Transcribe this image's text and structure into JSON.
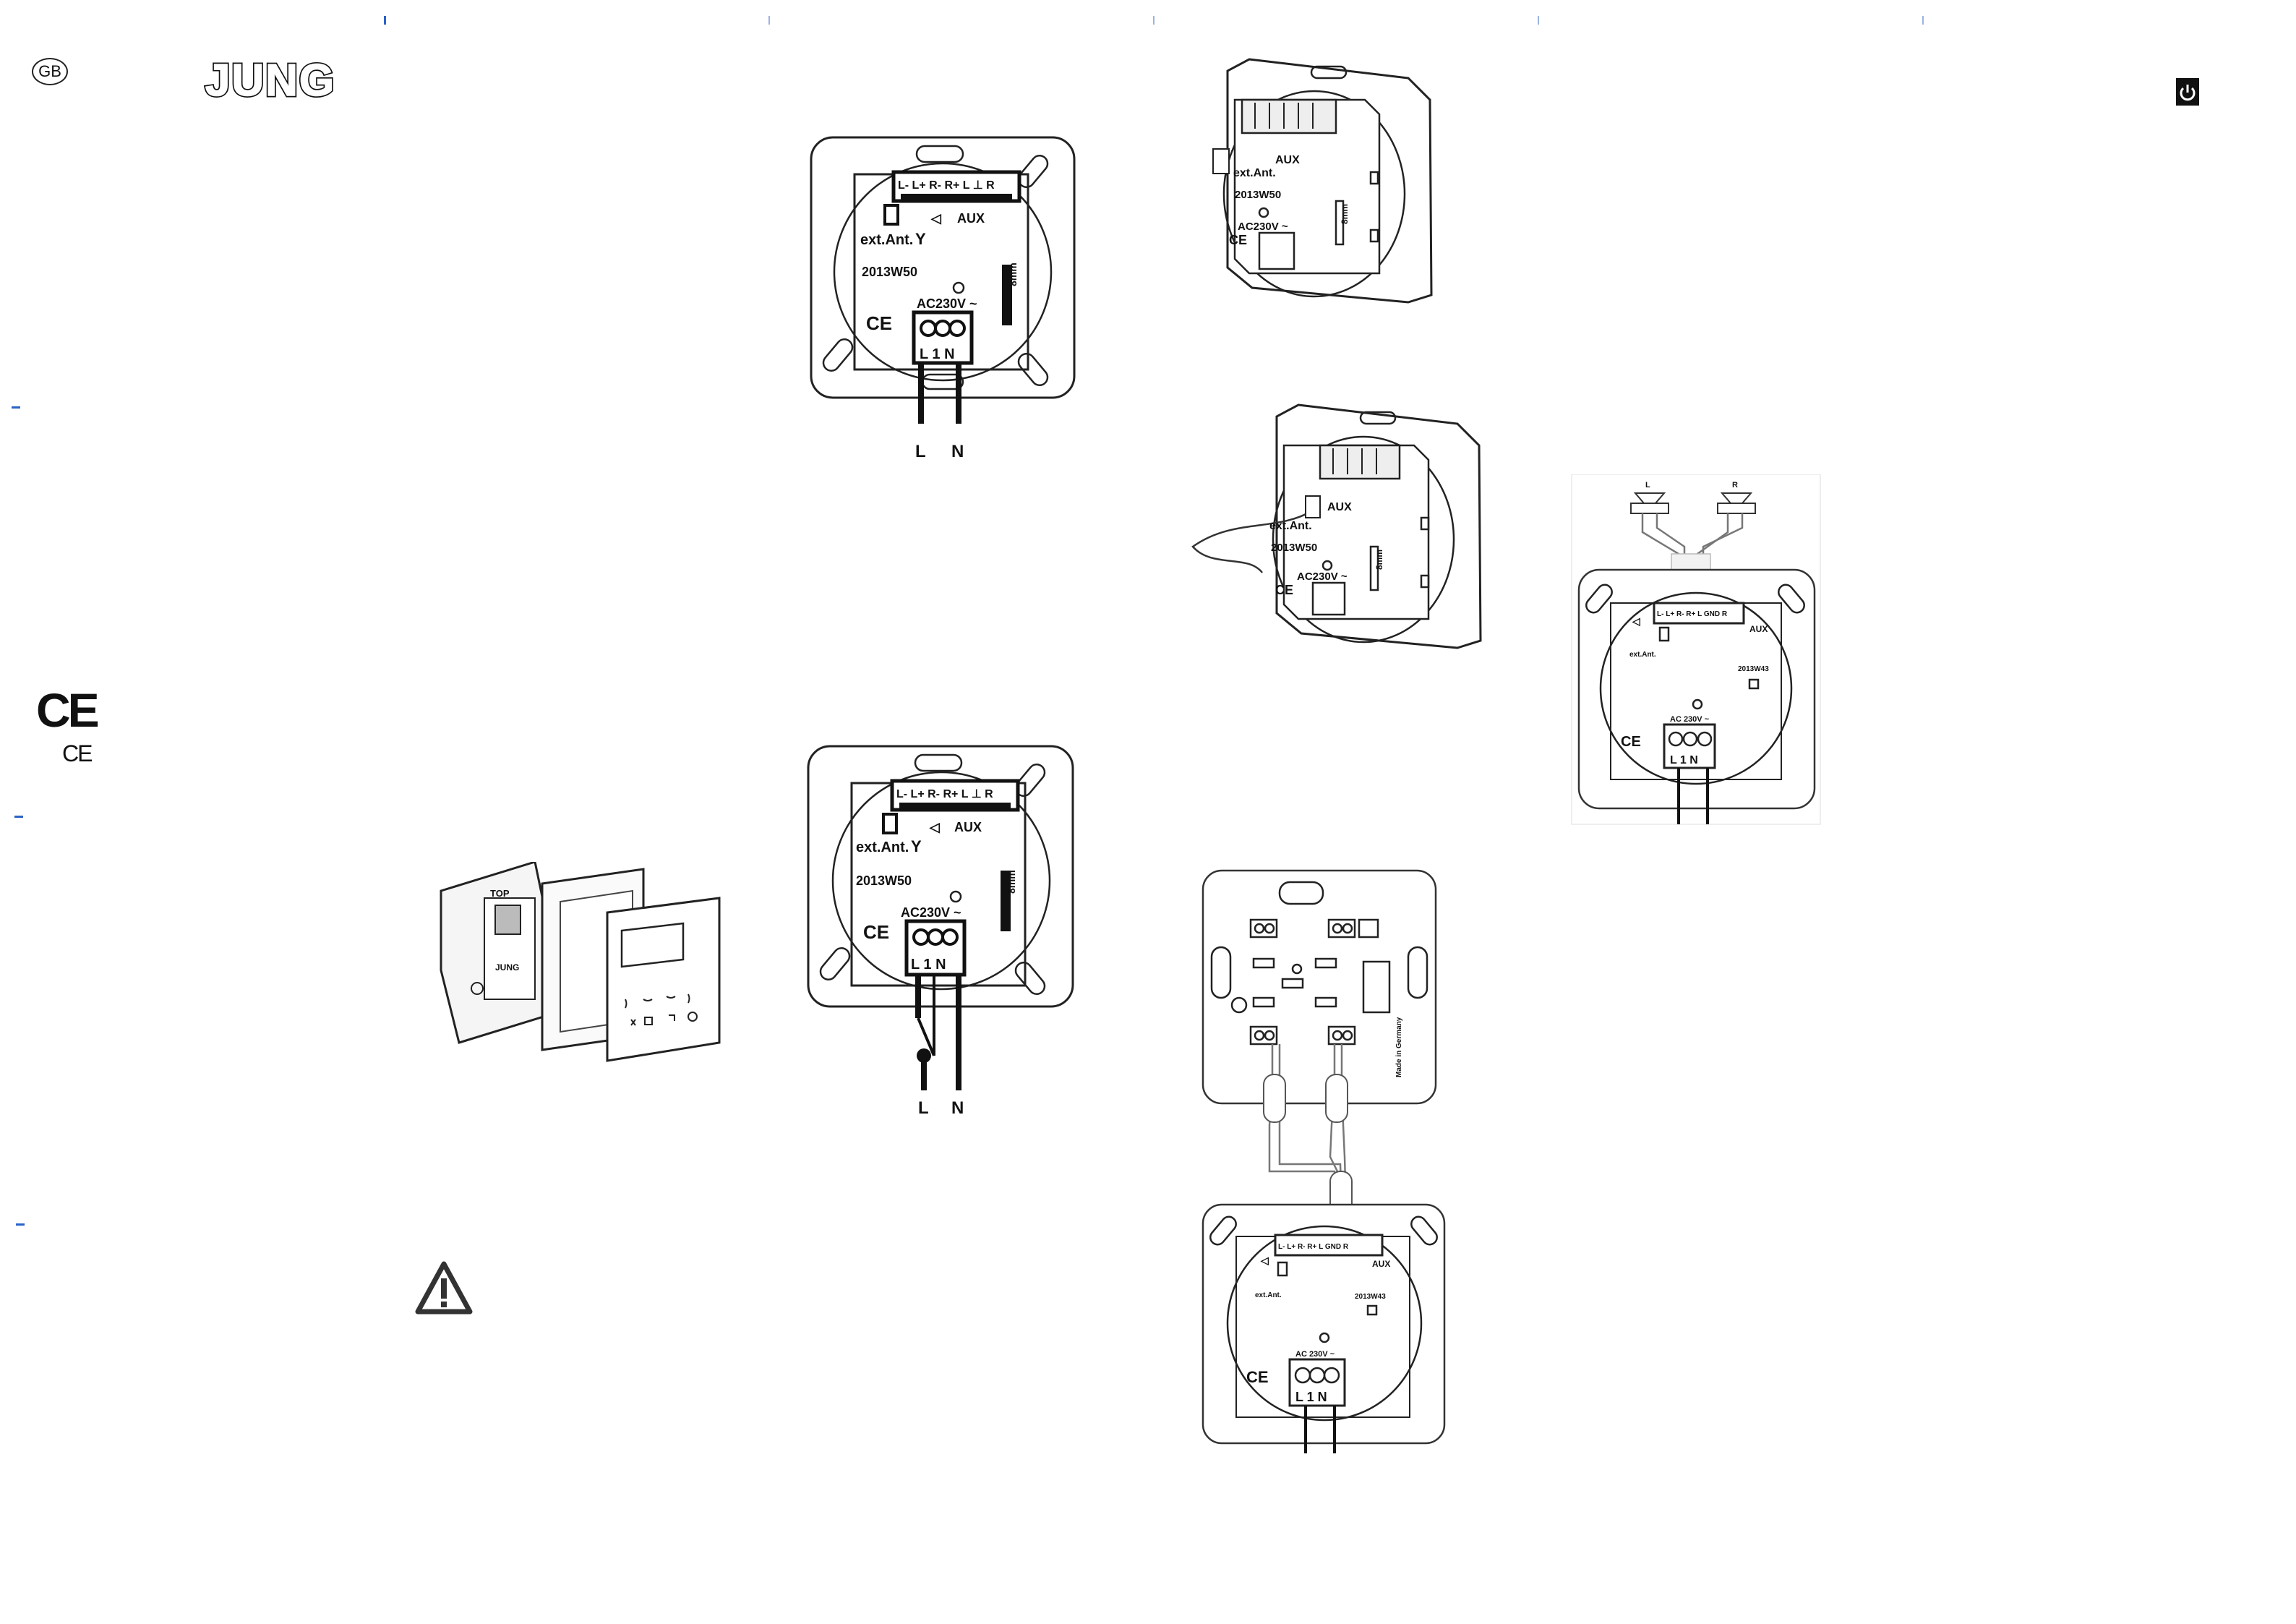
{
  "header": {
    "country_code": "GB",
    "brand": "JUNG",
    "power_symbol": "power-icon"
  },
  "marks": {
    "ce_large": "CE",
    "ce_small": "CE"
  },
  "fig_wiring_1": {
    "terminals_top": "L- L+ R- R+ L ⊥ R",
    "ext_ant": "ext.Ant.",
    "aux": "AUX",
    "model": "2013W50",
    "voltage": "AC230V ~",
    "terminals_bottom": "L 1 N",
    "strip_length": "8mm",
    "ce": "CE",
    "line_l": "L",
    "line_n": "N"
  },
  "fig_wiring_2": {
    "terminals_top": "L- L+ R- R+ L ⊥ R",
    "ext_ant": "ext.Ant.",
    "aux": "AUX",
    "model": "2013W50",
    "voltage": "AC230V ~",
    "terminals_bottom": "L 1 N",
    "strip_length": "8mm",
    "ce": "CE",
    "line_l": "L",
    "line_n": "N"
  },
  "fig_antenna_1": {
    "ext_ant": "ext.Ant.",
    "aux": "AUX",
    "model": "2013W50",
    "voltage": "AC230V ~",
    "strip_length": "8mm",
    "ce": "CE"
  },
  "fig_antenna_2": {
    "ext_ant": "ext.Ant.",
    "aux": "AUX",
    "model": "2013W50",
    "voltage": "AC230V ~",
    "strip_length": "8mm",
    "ce": "CE"
  },
  "fig_speakers": {
    "speaker_left": "L",
    "speaker_right": "R",
    "terminals_top": "L- L+ R- R+ L GND R",
    "aux": "AUX",
    "ext_ant": "ext.Ant.",
    "model": "2013W43",
    "voltage": "AC 230V ~",
    "terminals_bottom": "L 1 N",
    "ce": "CE"
  },
  "fig_amplifier": {
    "made_in": "Made in Germany",
    "terminals_top": "L- L+ R- R+ L GND R",
    "aux": "AUX",
    "ext_ant": "ext.Ant.",
    "model": "2013W43",
    "voltage": "AC 230V ~",
    "terminals_bottom": "L 1 N",
    "ce": "CE"
  },
  "fig_product": {
    "top_mark": "TOP",
    "brand_mark": "JUNG"
  }
}
